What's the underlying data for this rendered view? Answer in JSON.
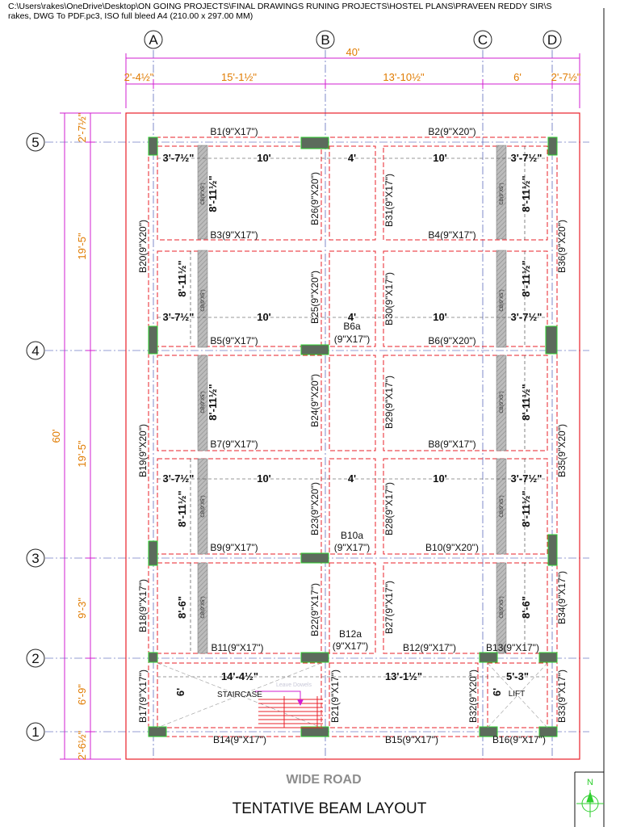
{
  "header": {
    "path_line": "C:\\Users\\rakes\\OneDrive\\Desktop\\ON GOING PROJECTS\\FINAL DRAWINGS RUNING PROJECTS\\HOSTEL PLANS\\PRAVEEN REDDY SIR\\S",
    "plot_line": "rakes, DWG To PDF.pc3, ISO full bleed A4 (210.00 x 297.00 MM)"
  },
  "grid": {
    "columns": [
      "A",
      "B",
      "C",
      "D"
    ],
    "rows": [
      "5",
      "4",
      "3",
      "2",
      "1"
    ]
  },
  "dimensions": {
    "overall_width": "40'",
    "top": [
      "2'-4½\"",
      "15'-1½\"",
      "13'-10½\"",
      "6'",
      "2'-7½\""
    ],
    "overall_height": "60'",
    "left": [
      "2'-7½\"",
      "19'-5\"",
      "19'-5\"",
      "9'-3\"",
      "6'-9\"",
      "2'-6½\""
    ]
  },
  "beams": {
    "B1": "B1(9\"X17\")",
    "B2": "B2(9\"X20\")",
    "B3": "B3(9\"X17\")",
    "B4": "B4(9\"X17\")",
    "B5": "B5(9\"X17\")",
    "B6": "B6(9\"X20\")",
    "B6a": "B6a",
    "B6a_size": "(9\"X17\")",
    "B7": "B7(9\"X17\")",
    "B8": "B8(9\"X17\")",
    "B9": "B9(9\"X17\")",
    "B10": "B10(9\"X20\")",
    "B10a": "B10a",
    "B10a_size": "(9\"X17\")",
    "B11": "B11(9\"X17\")",
    "B12": "B12(9\"X17\")",
    "B12a": "B12a",
    "B12a_size": "(9\"X17\")",
    "B13": "B13(9\"X17\")",
    "B14": "B14(9\"X17\")",
    "B15": "B15(9\"X17\")",
    "B16": "B16(9\"X17\")",
    "B17": "B17(9\"X17\")",
    "B18": "B18(9\"X17\")",
    "B19": "B19(9\"X20\")",
    "B20": "B20(9\"X20\")",
    "B21": "B21(9\"X17\")",
    "B22": "B22(9\"X17\")",
    "B23": "B23(9\"X20\")",
    "B24": "B24(9\"X20\")",
    "B25": "B25(9\"X20\")",
    "B26": "B26(9\"X20\")",
    "B27": "B27(9\"X17\")",
    "B28": "B28(9\"X17\")",
    "B29": "B29(9\"X17\")",
    "B30": "B30(9\"X17\")",
    "B31": "B31(9\"X17\")",
    "B32": "B32(9\"X20\")",
    "B33": "B33(9\"X17\")",
    "B34": "B34(9\"X17\")",
    "B35": "B35(9\"X20\")",
    "B36": "B36(9\"X20\")",
    "cb": "CB(9\"X5\")"
  },
  "inner_dims": {
    "d3_7": "3'-7½\"",
    "d10": "10'",
    "d4": "4'",
    "d8_11": "8'-11½\"",
    "d8_6": "8'-6\"",
    "d14_4": "14'-4½\"",
    "d13_1": "13'-1½\"",
    "d5_3": "5'-3\"",
    "d6": "6'"
  },
  "labels": {
    "staircase": "STAIRCASE",
    "starter_note": "Leave Dowels",
    "lift": "LIFT",
    "road": "WIDE ROAD",
    "title": "TENTATIVE BEAM LAYOUT",
    "north": "N"
  },
  "colors": {
    "dimension_text": "#e07b00",
    "dimension_line": "#d21fd2",
    "beam_outline": "#e8202a",
    "grid_line": "#2b3ea8",
    "column_fill": "#5c6b5c",
    "column_edge": "#2fcf2f",
    "cantilever_beam": "#a4a4a4"
  }
}
